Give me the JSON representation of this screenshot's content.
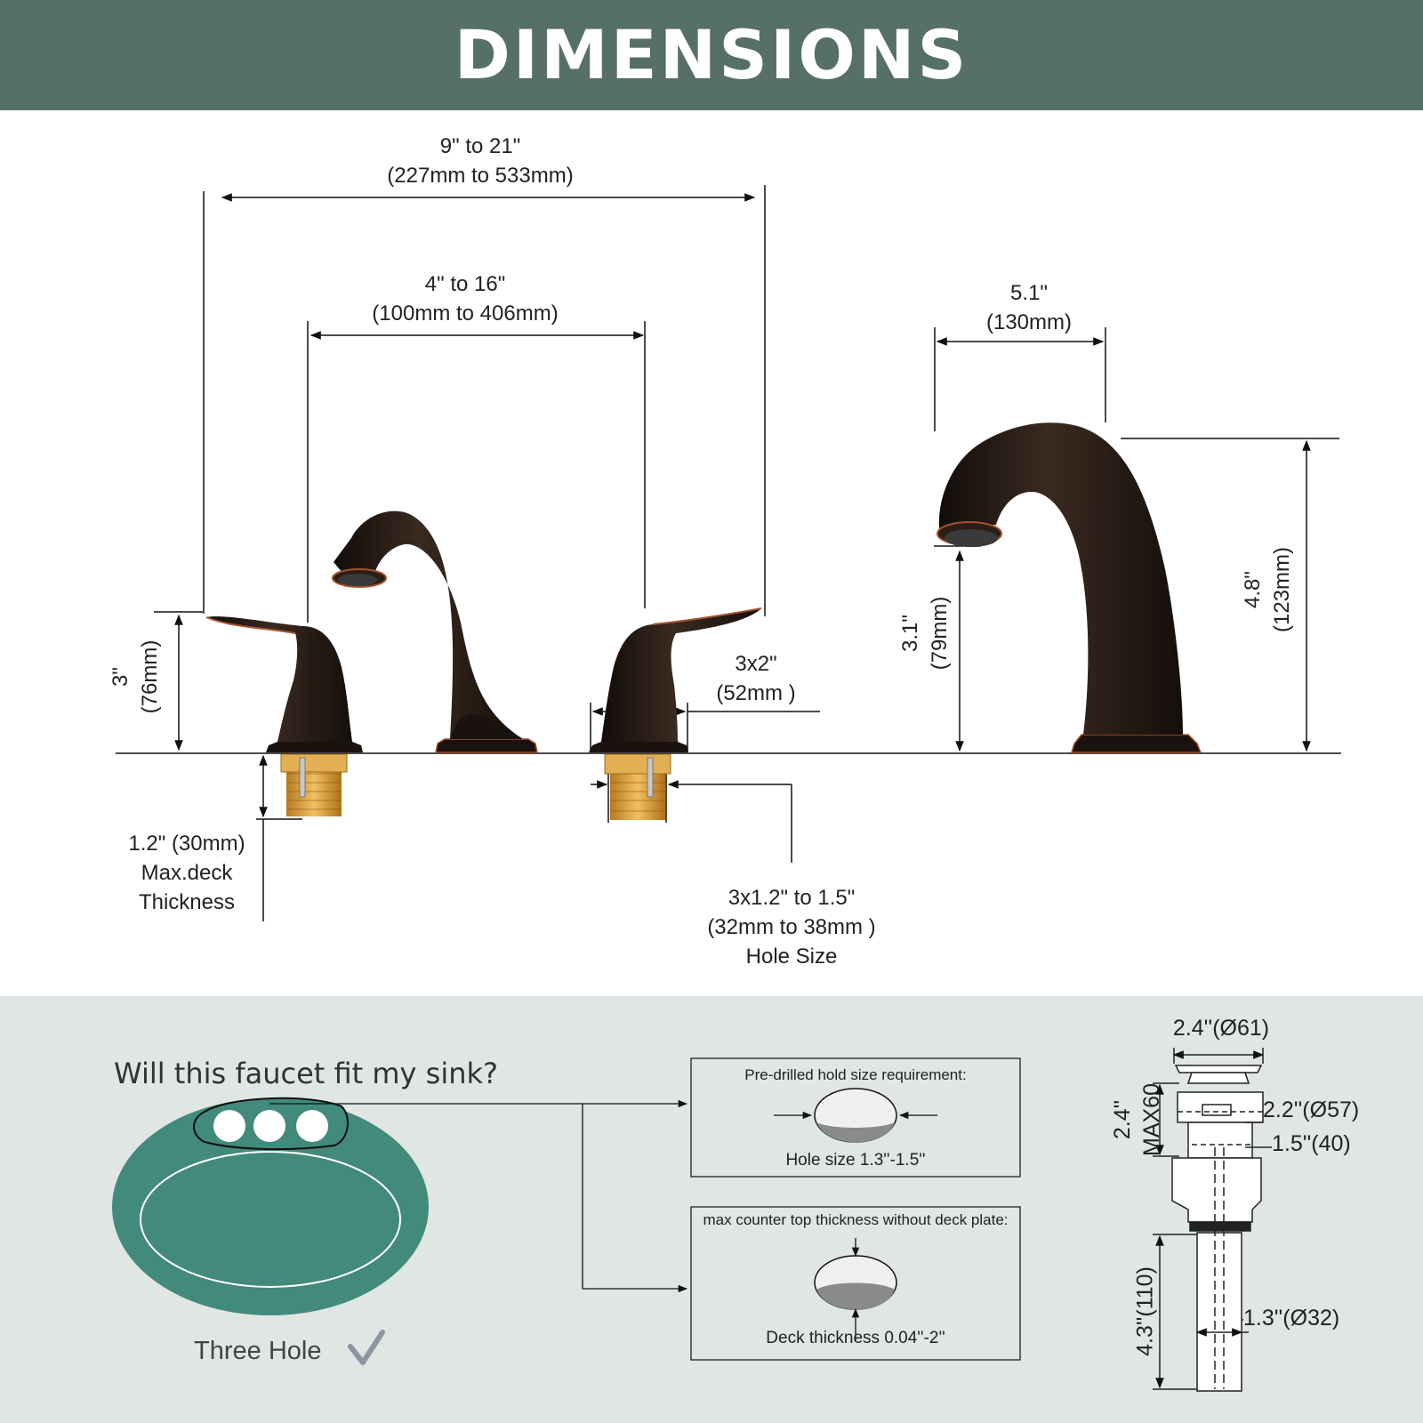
{
  "header": {
    "title": "DIMENSIONS"
  },
  "faucet_dims": {
    "overall_width": {
      "line1": "9\" to 21\"",
      "line2": "(227mm to 533mm)"
    },
    "handle_spacing": {
      "line1": "4\" to 16\"",
      "line2": "(100mm to 406mm)"
    },
    "spout_reach": {
      "line1": "5.1\"",
      "line2": "(130mm)"
    },
    "handle_height": {
      "line1": "3\"",
      "line2": "(76mm)"
    },
    "base_diameter": {
      "line1": "3x2\"",
      "line2": "(52mm )"
    },
    "spout_clearance": {
      "line1": "3.1\"",
      "line2": "(79mm)"
    },
    "spout_height": {
      "line1": "4.8\"",
      "line2": "(123mm)"
    },
    "deck_thickness": {
      "line1": "1.2\" (30mm)",
      "line2": "Max.deck",
      "line3": "Thickness"
    },
    "hole_size": {
      "line1": "3x1.2\" to 1.5\"",
      "line2": "(32mm to 38mm )",
      "line3": "Hole Size"
    }
  },
  "sink": {
    "question": "Will this faucet fit my sink?",
    "type_label": "Three Hole",
    "check_icon": "checkmark-icon"
  },
  "requirements": {
    "hole": {
      "title": "Pre-drilled hold size requirement:",
      "label": "Hole size 1.3''-1.5''"
    },
    "deck": {
      "title": "max counter top thickness without deck plate:",
      "label": "Deck thickness 0.04''-2''"
    }
  },
  "drain_dims": {
    "cap_diameter": "2.4''(Ø61)",
    "flange_diameter": "2.2''(Ø57)",
    "body_diameter": "1.5''(40)",
    "pipe_diameter": "1.3''(Ø32)",
    "upper_height_a": "2.4''",
    "upper_height_b": "MAX60",
    "lower_height": "4.3''(110)"
  },
  "colors": {
    "header_bg": "#566f69",
    "panel_bg": "#dfe6e4",
    "sink_green": "#428a7b",
    "faucet_bronze": "#1c1410",
    "copper_accent": "#a5532d",
    "brass": "#d39a3a"
  }
}
